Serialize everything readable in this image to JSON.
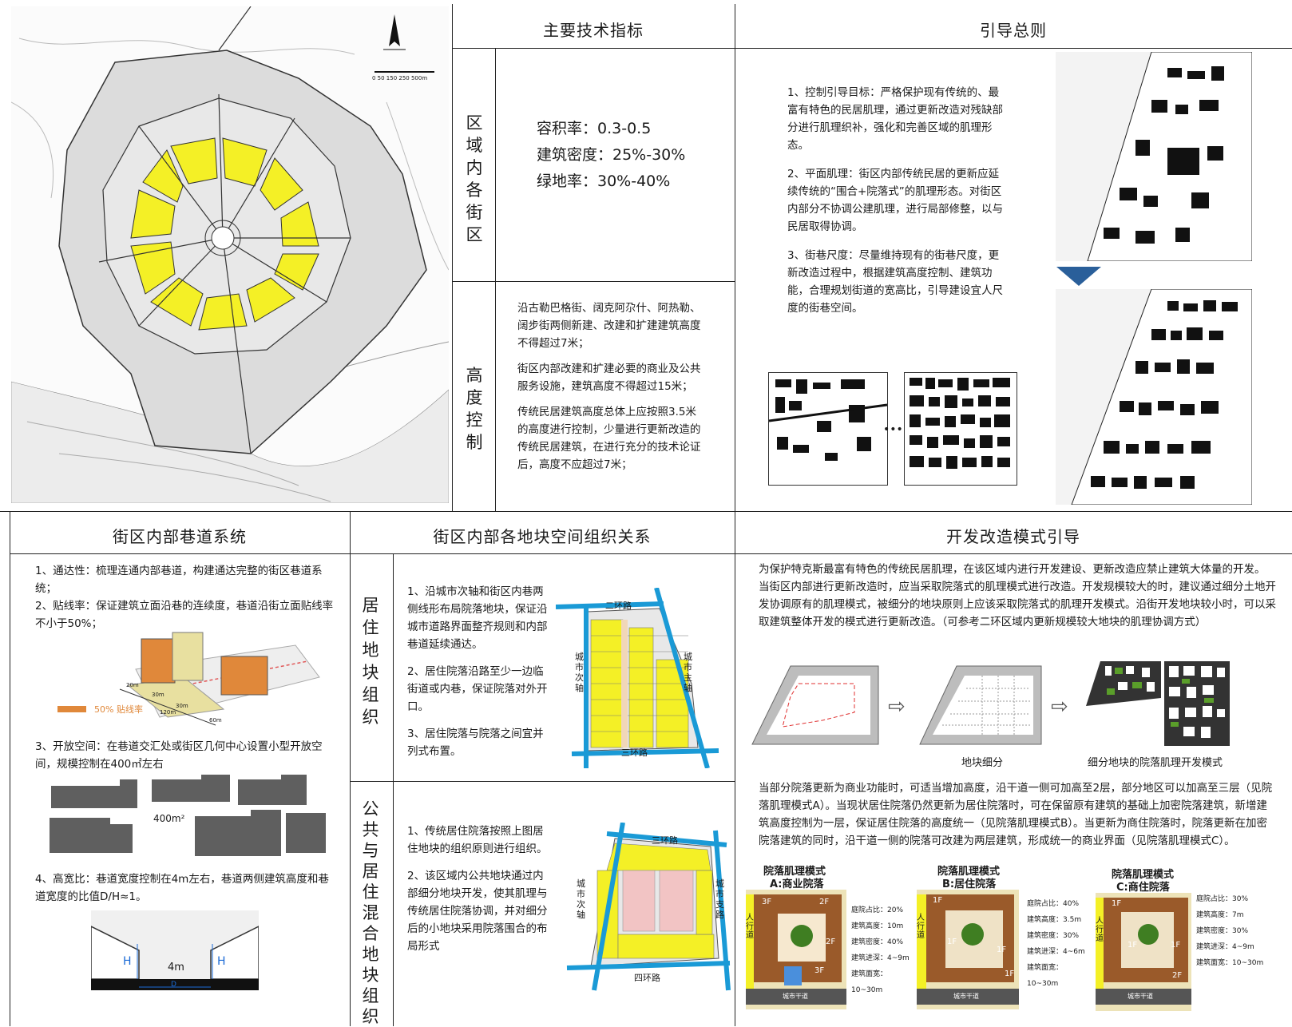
{
  "headers": {
    "tech_indicators": "主要技术指标",
    "guidance_principles": "引导总则",
    "lane_system": "街区内部巷道系统",
    "plot_organization": "街区内部各地块空间组织关系",
    "dev_mode": "开发改造模式引导"
  },
  "map": {
    "scale_text": "0 50 150 250 500m"
  },
  "tech": {
    "zone_label": "区\n域\n内\n各\n街\n区",
    "indices": [
      "容积率：0.3-0.5",
      "建筑密度：25%-30%",
      "绿地率：30%-40%"
    ],
    "height_label": "高\n度\n控\n制",
    "height_paras": [
      "沿古勒巴格街、阔克阿尕什、阿热勒、阔步街两侧新建、改建和扩建建筑高度不得超过7米；",
      "街区内部改建和扩建必要的商业及公共服务设施，建筑高度不得超过15米；",
      "传统民居建筑高度总体上应按照3.5米的高度进行控制，少量进行更新改造的传统民居建筑，在进行充分的技术论证后，高度不应超过7米；"
    ]
  },
  "principles": [
    "1、控制引导目标：严格保护现有传统的、最富有特色的民居肌理，通过更新改造对残缺部分进行肌理织补，强化和完善区域的肌理形态。",
    "2、平面肌理：街区内部传统民居的更新应延续传统的“围合+院落式”的肌理形态。对街区内部分不协调公建肌理，进行局部修整，以与民居取得协调。",
    "3、街巷尺度：尽量维持现有的街巷尺度，更新改造过程中，根据建筑高度控制、建筑功能，合理规划街道的宽高比，引导建设宜人尺度的街巷空间。"
  ],
  "lane": {
    "p1": "1、通达性：梳理连通内部巷道，构建通达完整的街区巷道系统；",
    "p2": "2、贴线率：保证建筑立面沿巷的连续度，巷道沿街立面贴线率不小于50%；",
    "legend": "50% 贴线率",
    "dims": [
      "20m",
      "30m",
      "30m",
      "120m",
      "60m"
    ],
    "p3": "3、开放空间：在巷道交汇处或街区几何中心设置小型开放空间，规模控制在400㎡左右",
    "area_label": "400m²",
    "p4": "4、高宽比：巷道宽度控制在4m左右，巷道两侧建筑高度和巷道宽度的比值D/H≈1。",
    "h_label": "H",
    "w_label": "4m",
    "d_label": "D"
  },
  "plot": {
    "res_label": "居\n住\n地\n块\n组\n织",
    "res_paras": [
      "1、沿城市次轴和街区内巷两侧线形布局院落地块，保证沿城市道路界面整齐规则和内部巷道延续通达。",
      "2、居住院落沿路至少一边临街道或内巷，保证院落对外开口。",
      "3、居住院落与院落之间宜并列式布置。"
    ],
    "res_roads": [
      "二环路",
      "城市次轴",
      "城市主轴",
      "三环路"
    ],
    "mix_label": "公\n共\n与\n居\n住\n混\n合\n地\n块\n组\n织",
    "mix_paras": [
      "1、传统居住院落按照上图居住地块的组织原则进行组织。",
      "2、该区域内公共地块通过内部细分地块开发，使其肌理与传统居住院落协调，并对细分后的小地块采用院落围合的布局形式"
    ],
    "mix_roads": [
      "三环路",
      "城市次轴",
      "城市支路",
      "四环路"
    ]
  },
  "dev": {
    "intro": "为保护特克斯最富有特色的传统民居肌理，在该区域内进行开发建设、更新改造应禁止建筑大体量的开发。\n当街区内部进行更新改造时，应当采取院落式的肌理模式进行改造。开发规模较大的时，建议通过细分土地开发协调原有的肌理模式，被细分的地块原则上应该采取院落式的肌理开发模式。沿街开发地块较小时，可以采取建筑整体开发的模式进行更新改造。（可参考二环区域内更新规模较大地块的肌理协调方式）",
    "cap1": "地块细分",
    "cap2": "细分地块的院落肌理开发模式",
    "para2": "当部分院落更新为商业功能时，可适当增加高度，沿干道一侧可加高至2层，部分地区可以加高至三层（见院落肌理模式A）。当现状居住院落仍然更新为居住院落时，可在保留原有建筑的基础上加密院落建筑，新增建筑高度控制为一层，保证居住院落的高度统一（见院落肌理模式B）。当更新为商住院落时，院落更新在加密院落建筑的同时，沿干道一侧的院落可改建为两层建筑，形成统一的商业界面（见院落肌理模式C）。",
    "modes": [
      {
        "title": "院落肌理模式",
        "sub": "A:商业院落",
        "stats": [
          "庭院占比：20%",
          "建筑高度：10m",
          "建筑密度：40%",
          "建筑进深：4~9m",
          "建筑面宽：10~30m"
        ],
        "floors": [
          "3F",
          "2F",
          "2F",
          "3F"
        ]
      },
      {
        "title": "院落肌理模式",
        "sub": "B:居住院落",
        "stats": [
          "庭院占比：40%",
          "建筑高度：3.5m",
          "建筑密度：30%",
          "建筑进深：4~6m",
          "建筑面宽：10~30m"
        ],
        "floors": [
          "1F",
          "1F",
          "1F",
          "1F"
        ]
      },
      {
        "title": "院落肌理模式",
        "sub": "C:商住院落",
        "stats": [
          "庭院占比：30%",
          "建筑高度：7m",
          "建筑密度：30%",
          "建筑进深：4~9m",
          "建筑面宽：10~30m"
        ],
        "floors": [
          "1F",
          "1F",
          "1F",
          "2F"
        ]
      }
    ],
    "walk": "人\n行\n道",
    "road": "城市干道"
  },
  "colors": {
    "yellow": "#f4f026",
    "blue": "#1a9ad6",
    "orange": "#e0883a",
    "brown": "#9a5a2a",
    "grey": "#5f5f5f",
    "pink": "#f2c4c4",
    "green": "#5a9e2a"
  }
}
